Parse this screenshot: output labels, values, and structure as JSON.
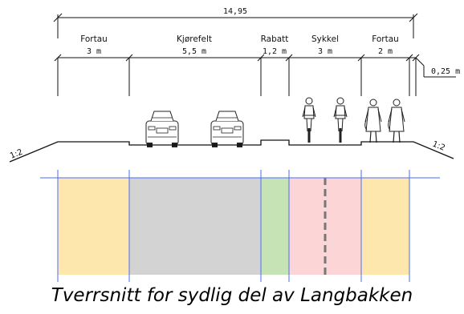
{
  "total_width_label": "14,95",
  "zones": [
    {
      "name": "Fortau",
      "width_label": "3 m",
      "color": "#fde7ad"
    },
    {
      "name": "Kjørefelt",
      "width_label": "5,5 m",
      "color": "#d3d3d3"
    },
    {
      "name": "Rabatt",
      "width_label": "1,2 m",
      "color": "#c6e3b5"
    },
    {
      "name": "Sykkel",
      "width_label": "3 m",
      "color": "#fcd6d6"
    },
    {
      "name": "Fortau",
      "width_label": "2 m",
      "color": "#fde7ad"
    }
  ],
  "edge_label": "0,25 m",
  "slope_left": "1:2",
  "slope_right": "1:2",
  "caption": "Tverrsnitt for sydlig del av Langbakken",
  "colors": {
    "grid_line": "#4a6cf7",
    "lane_divider": "#777777"
  }
}
